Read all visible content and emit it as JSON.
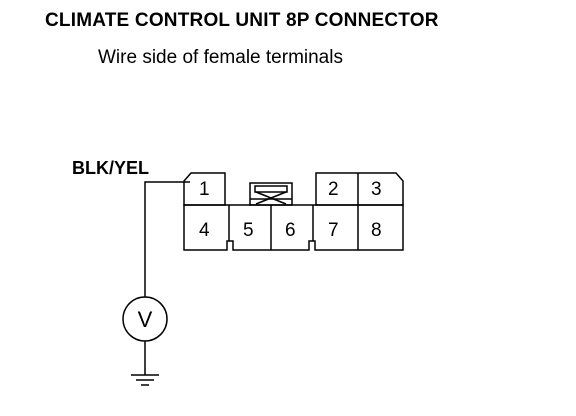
{
  "title": "CLIMATE CONTROL UNIT 8P CONNECTOR",
  "subtitle": "Wire side of female terminals",
  "wire_label": "BLK/YEL",
  "meter_symbol": "V",
  "pins": [
    "1",
    "2",
    "3",
    "4",
    "5",
    "6",
    "7",
    "8"
  ],
  "icons": {
    "voltmeter": "voltmeter-icon",
    "ground": "ground-icon",
    "lock_tab": "connector-lock-icon"
  }
}
